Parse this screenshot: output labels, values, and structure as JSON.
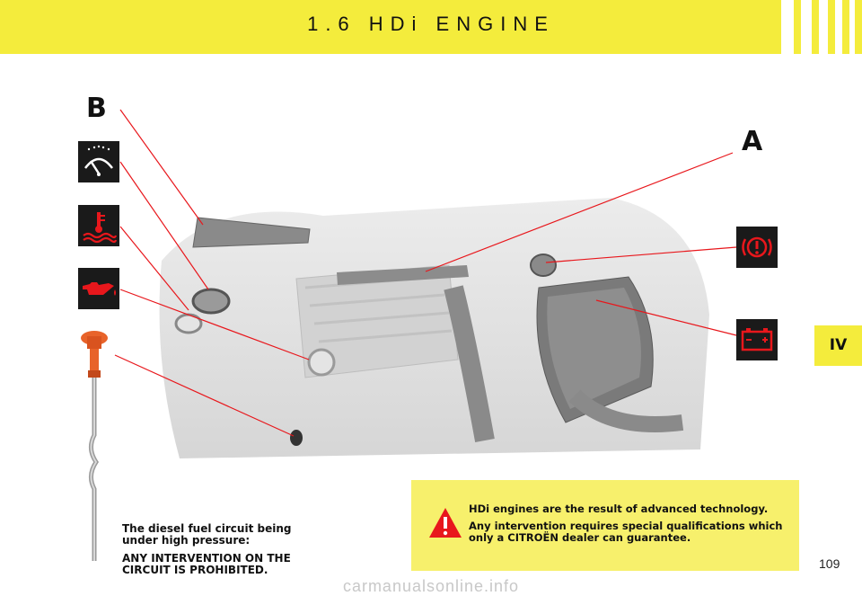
{
  "header": {
    "title": "1.6 HDi ENGINE"
  },
  "callouts": {
    "b": "B",
    "a": "A"
  },
  "icons": {
    "left": [
      "windscreen-washer-icon",
      "coolant-temperature-icon",
      "oil-level-icon"
    ],
    "right": [
      "brake-fluid-icon",
      "battery-icon"
    ],
    "dipstick": "dipstick-icon"
  },
  "section_tab": {
    "label": "IV"
  },
  "fuel_note": {
    "line1": "The diesel fuel circuit being under high pressure:",
    "line2": "ANY INTERVENTION ON THE CIRCUIT IS PROHIBITED."
  },
  "warning": {
    "line1": "HDi engines are the result of advanced technology.",
    "line2": "Any intervention requires special qualifications which only a CITROËN dealer can guarantee."
  },
  "page_number": "109",
  "watermark": "carmanualsonline.info",
  "colors": {
    "header": "#f4ec3c",
    "warning_box": "#f7f06c",
    "leader": "#e8171c",
    "icon_red": "#e8171c"
  }
}
